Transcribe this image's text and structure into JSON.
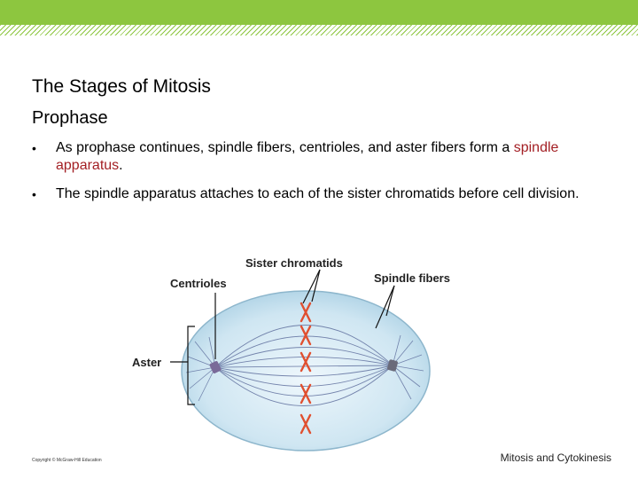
{
  "slide": {
    "title": "The Stages of Mitosis",
    "subtitle": "Prophase",
    "bullets": [
      {
        "text": "As prophase continues, spindle fibers, centrioles, and aster fibers form a ",
        "term": "spindle apparatus",
        "suffix": "."
      },
      {
        "text": "The spindle apparatus attaches to each of the sister chromatids before cell division.",
        "term": "",
        "suffix": ""
      }
    ]
  },
  "figure": {
    "labels": {
      "sister_chromatids": "Sister chromatids",
      "centrioles": "Centrioles",
      "spindle_fibers": "Spindle fibers",
      "aster": "Aster"
    }
  },
  "footer": {
    "copyright": "Copyright © McGraw-Hill Education",
    "section": "Mitosis and Cytokinesis"
  },
  "colors": {
    "accent": "#8dc63f",
    "term": "#a31f24",
    "cell": "#cfe6f2",
    "chromatid": "#e05030"
  }
}
